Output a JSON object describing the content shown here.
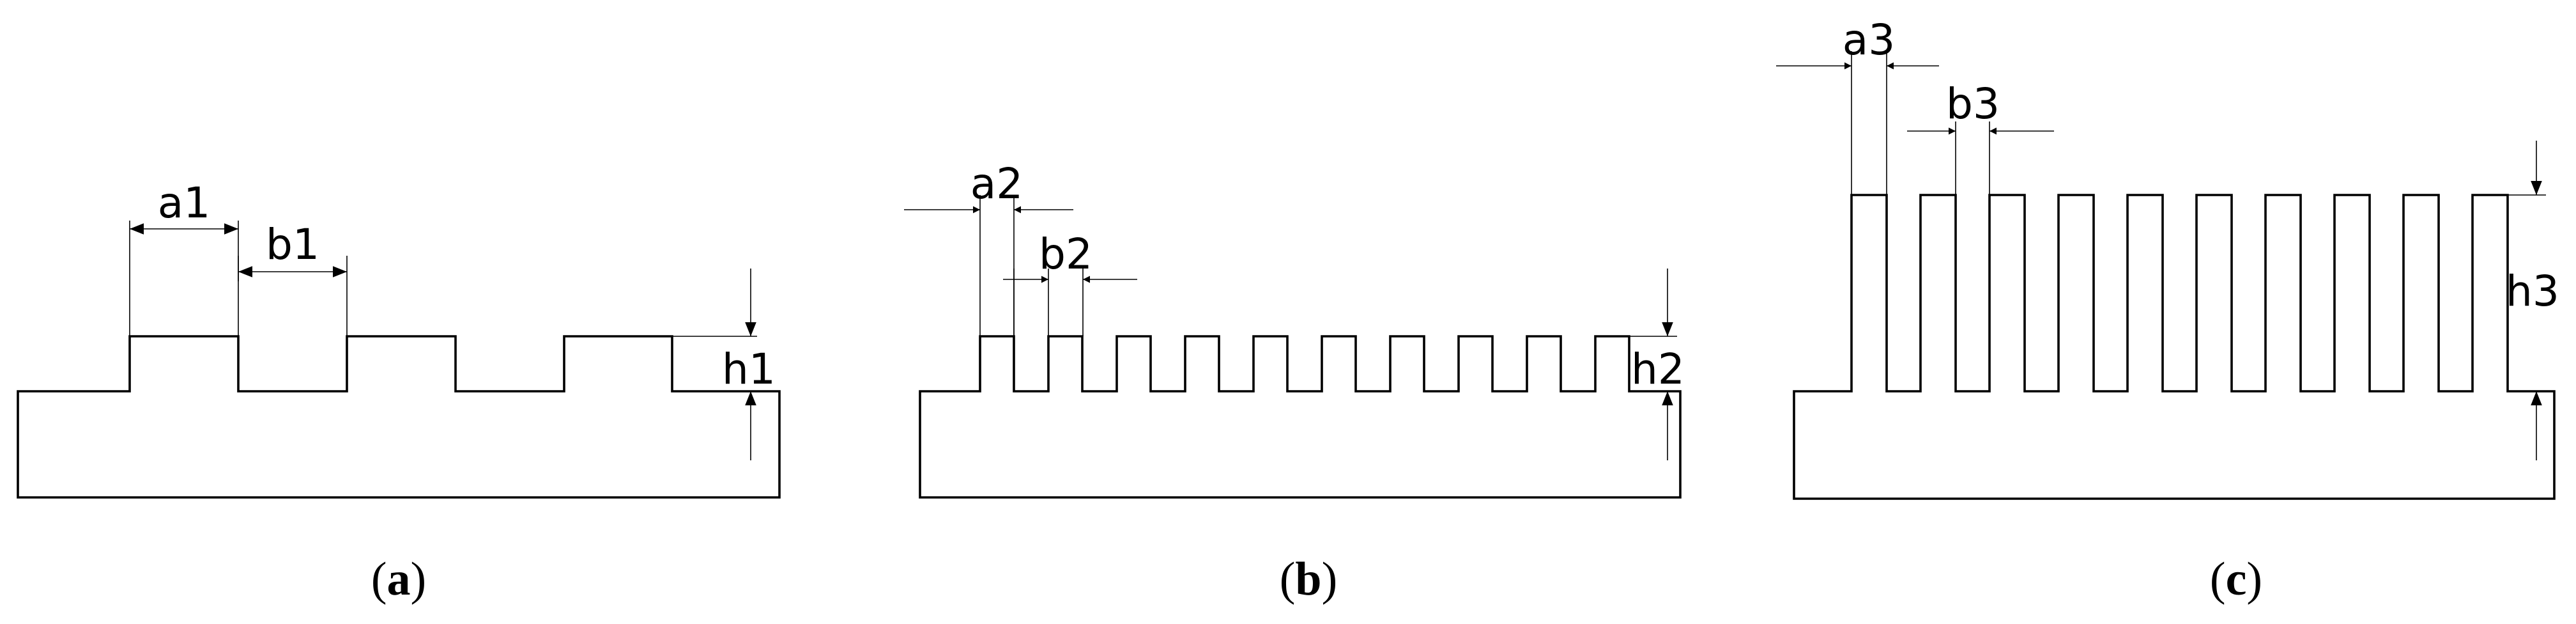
{
  "panels": [
    {
      "dims": {
        "a": "a1",
        "b": "b1",
        "h": "h1"
      },
      "caption": {
        "open": "(",
        "letter": "a",
        "close": ")"
      }
    },
    {
      "dims": {
        "a": "a2",
        "b": "b2",
        "h": "h2"
      },
      "caption": {
        "open": "(",
        "letter": "b",
        "close": ")"
      }
    },
    {
      "dims": {
        "a": "a3",
        "b": "b3",
        "h": "h3"
      },
      "caption": {
        "open": "(",
        "letter": "c",
        "close": ")"
      }
    }
  ],
  "colors": {
    "stroke": "#000000",
    "background": "#ffffff"
  }
}
